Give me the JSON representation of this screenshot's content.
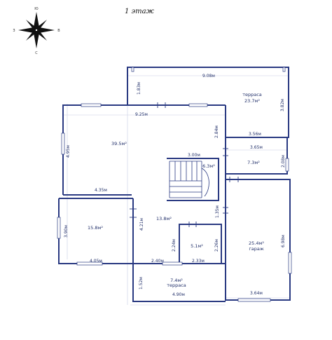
{
  "title": "1 этаж",
  "compass": {
    "labels": [
      "Ю",
      "В",
      "С",
      "З"
    ]
  },
  "colors": {
    "wall": "#2a3a82",
    "thin": "#5a6aa8",
    "text": "#22306a",
    "dim": "#c8cde4"
  },
  "rooms": [
    {
      "name": "main-hall",
      "area": "39.5м²",
      "caption": ""
    },
    {
      "name": "stair-niche",
      "area": "6.3м²",
      "caption": ""
    },
    {
      "name": "small-room",
      "area": "7.3м²",
      "caption": ""
    },
    {
      "name": "terrace-top",
      "area": "23.7м²",
      "caption": "терраса"
    },
    {
      "name": "left-room",
      "area": "15.8м²",
      "caption": ""
    },
    {
      "name": "corridor",
      "area": "13.8м²",
      "caption": ""
    },
    {
      "name": "bathroom",
      "area": "5.1м²",
      "caption": ""
    },
    {
      "name": "garage",
      "area": "25.4м²",
      "caption": "гараж"
    },
    {
      "name": "terrace-bottom",
      "area": "7.4м²",
      "caption": "терраса"
    }
  ],
  "dimensions": {
    "d908": "9.08м",
    "d183": "1.83м",
    "d382": "3.82м",
    "d925": "9.25м",
    "d284": "2.84м",
    "d356": "3.56м",
    "d365": "3.65м",
    "d495": "4.95м",
    "d300": "3.00м",
    "d208": "2.08м",
    "d435": "4.35м",
    "d135": "1.35м",
    "d390": "3.90м",
    "d421": "4.21м",
    "d224": "2.24м",
    "d226": "2.26м",
    "d698": "6.98м",
    "d405": "4.05м",
    "d240": "2.40м",
    "d233": "2.33м",
    "d152": "1.52м",
    "d490": "4.90м",
    "d364": "3.64м"
  }
}
